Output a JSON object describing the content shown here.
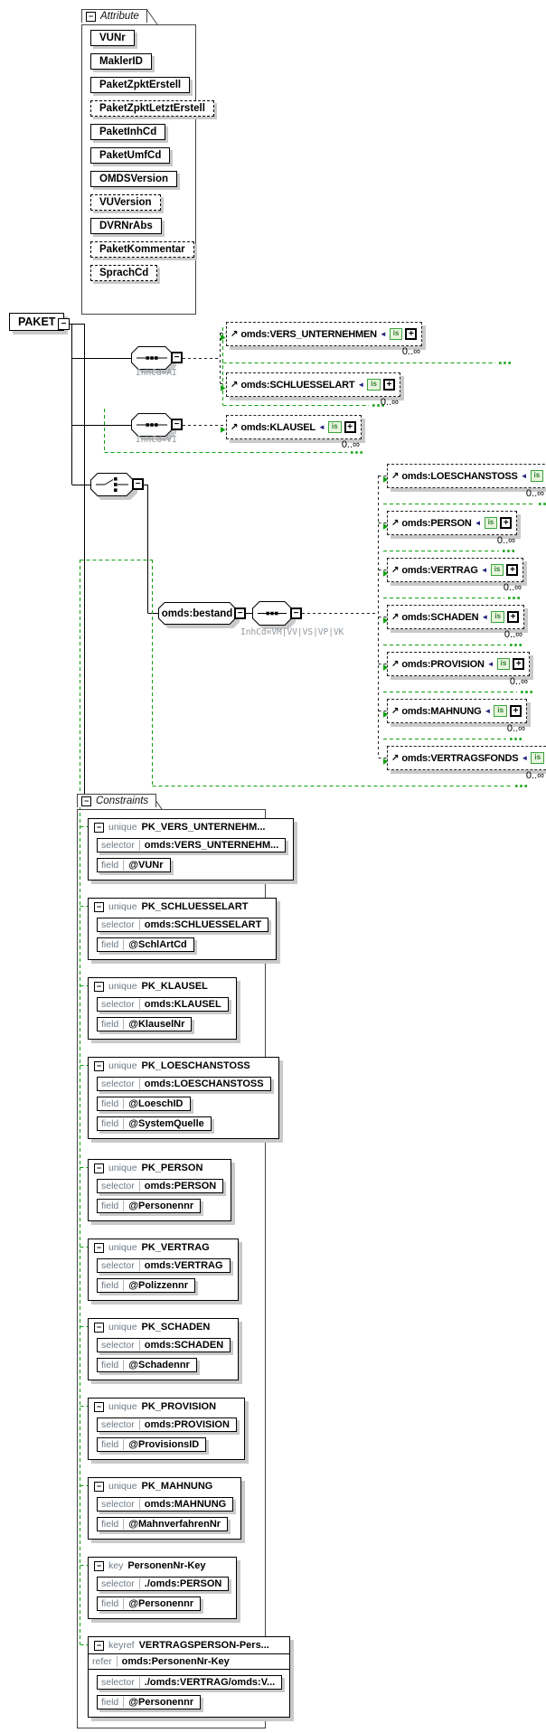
{
  "root_element": {
    "label": "PAKET"
  },
  "attributes_panel": {
    "title": "Attribute",
    "items": [
      {
        "label": "VUNr",
        "optional": false
      },
      {
        "label": "MaklerID",
        "optional": false
      },
      {
        "label": "PaketZpktErstell",
        "optional": false
      },
      {
        "label": "PaketZpktLetztErstell",
        "optional": true
      },
      {
        "label": "PaketInhCd",
        "optional": false
      },
      {
        "label": "PaketUmfCd",
        "optional": false
      },
      {
        "label": "OMDSVersion",
        "optional": false
      },
      {
        "label": "VUVersion",
        "optional": true
      },
      {
        "label": "DVRNrAbs",
        "optional": false
      },
      {
        "label": "PaketKommentar",
        "optional": true
      },
      {
        "label": "SprachCd",
        "optional": true
      }
    ]
  },
  "groups": {
    "ai_label": "InhCd=AI",
    "vi_label": "InhCd=VI",
    "bestand_label": "InhCd=VM|VV|VS|VP|VK"
  },
  "bestand": {
    "name": "omds:bestand"
  },
  "ref_badge": "is",
  "occurs": "0..∞",
  "elements": [
    {
      "name": "omds:VERS_UNTERNEHMEN"
    },
    {
      "name": "omds:SCHLUESSELART"
    },
    {
      "name": "omds:KLAUSEL"
    },
    {
      "name": "omds:LOESCHANSTOSS"
    },
    {
      "name": "omds:PERSON"
    },
    {
      "name": "omds:VERTRAG"
    },
    {
      "name": "omds:SCHADEN"
    },
    {
      "name": "omds:PROVISION"
    },
    {
      "name": "omds:MAHNUNG"
    },
    {
      "name": "omds:VERTRAGSFONDS"
    }
  ],
  "constraints_panel": {
    "title": "Constraints",
    "keywords": {
      "unique": "unique",
      "key": "key",
      "keyref": "keyref",
      "selector": "selector",
      "field": "field",
      "refer": "refer"
    },
    "blocks": [
      {
        "kind": "unique",
        "name": "PK_VERS_UNTERNEHM...",
        "selector": "omds:VERS_UNTERNEHM...",
        "fields": [
          "@VUNr"
        ]
      },
      {
        "kind": "unique",
        "name": "PK_SCHLUESSELART",
        "selector": "omds:SCHLUESSELART",
        "fields": [
          "@SchlArtCd"
        ]
      },
      {
        "kind": "unique",
        "name": "PK_KLAUSEL",
        "selector": "omds:KLAUSEL",
        "fields": [
          "@KlauselNr"
        ]
      },
      {
        "kind": "unique",
        "name": "PK_LOESCHANSTOSS",
        "selector": "omds:LOESCHANSTOSS",
        "fields": [
          "@LoeschID",
          "@SystemQuelle"
        ]
      },
      {
        "kind": "unique",
        "name": "PK_PERSON",
        "selector": "omds:PERSON",
        "fields": [
          "@Personennr"
        ]
      },
      {
        "kind": "unique",
        "name": "PK_VERTRAG",
        "selector": "omds:VERTRAG",
        "fields": [
          "@Polizzennr"
        ]
      },
      {
        "kind": "unique",
        "name": "PK_SCHADEN",
        "selector": "omds:SCHADEN",
        "fields": [
          "@Schadennr"
        ]
      },
      {
        "kind": "unique",
        "name": "PK_PROVISION",
        "selector": "omds:PROVISION",
        "fields": [
          "@ProvisionsID"
        ]
      },
      {
        "kind": "unique",
        "name": "PK_MAHNUNG",
        "selector": "omds:MAHNUNG",
        "fields": [
          "@MahnverfahrenNr"
        ]
      },
      {
        "kind": "key",
        "name": "PersonenNr-Key",
        "selector": "./omds:PERSON",
        "fields": [
          "@Personennr"
        ]
      },
      {
        "kind": "keyref",
        "name": "VERTRAGSPERSON-Pers...",
        "refer": "omds:PersonenNr-Key",
        "selector": "./omds:VERTRAG/omds:V...",
        "fields": [
          "@Personennr"
        ]
      }
    ]
  }
}
